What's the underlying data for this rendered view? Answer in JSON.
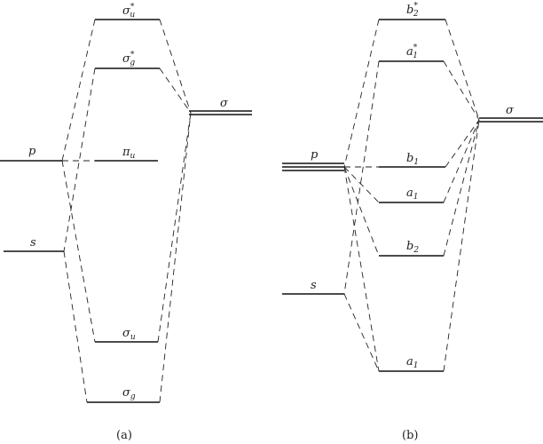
{
  "panel_a": {
    "caption": "(a)",
    "labels": {
      "sigma_u_star": {
        "base": "σ",
        "sup": "*",
        "sub": "u"
      },
      "sigma_g_star": {
        "base": "σ",
        "sup": "*",
        "sub": "g"
      },
      "sigma": {
        "base": "σ"
      },
      "p": {
        "base": "p"
      },
      "pi_u": {
        "base": "π",
        "sub": "u"
      },
      "s": {
        "base": "s"
      },
      "sigma_u": {
        "base": "σ",
        "sub": "u"
      },
      "sigma_g": {
        "base": "σ",
        "sub": "g"
      }
    }
  },
  "panel_b": {
    "caption": "(b)",
    "labels": {
      "b2_star": {
        "base": "b",
        "sup": "*",
        "sub": "2"
      },
      "a1_star": {
        "base": "a",
        "sup": "*",
        "sub": "1"
      },
      "sigma": {
        "base": "σ"
      },
      "p": {
        "base": "p"
      },
      "b1": {
        "base": "b",
        "sub": "1"
      },
      "a1_mid": {
        "base": "a",
        "sub": "1"
      },
      "b2": {
        "base": "b",
        "sub": "2"
      },
      "s": {
        "base": "s"
      },
      "a1_low": {
        "base": "a",
        "sub": "1"
      }
    }
  }
}
